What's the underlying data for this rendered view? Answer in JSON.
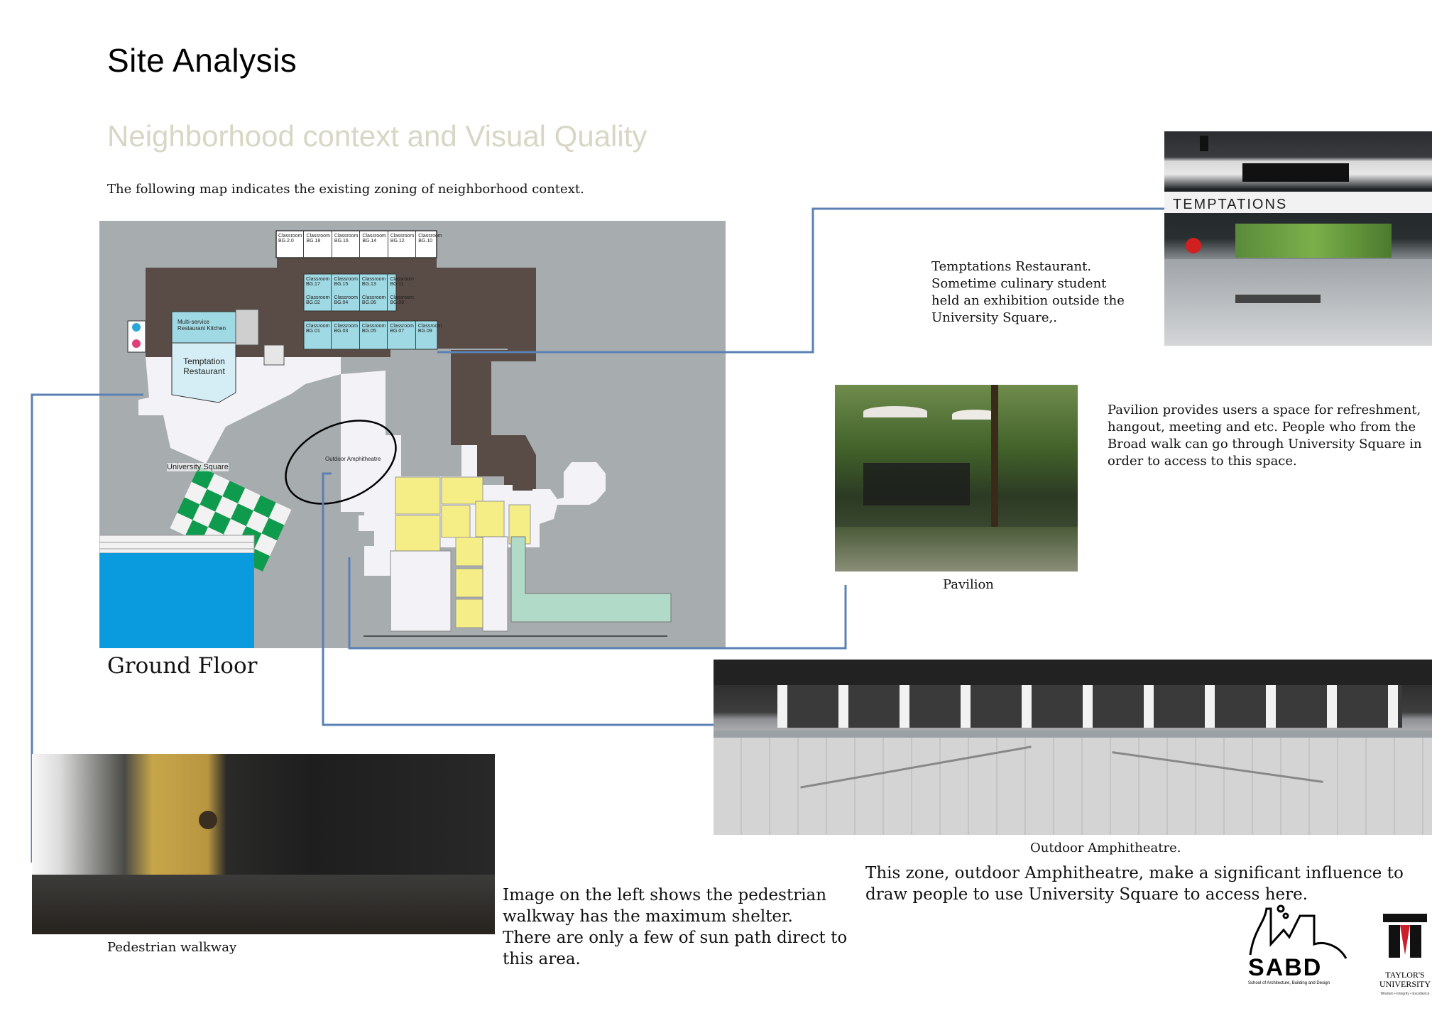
{
  "header": {
    "title": "Site Analysis",
    "subtitle": "Neighborhood context and Visual Quality",
    "intro": "The following map indicates the existing zoning of neighborhood context."
  },
  "plan": {
    "floor_label": "Ground Floor",
    "labels": {
      "kitchen_1": "Multi-service",
      "kitchen_2": "Restaurant Kitchen",
      "restaurant_1": "Temptation",
      "restaurant_2": "Restaurant",
      "square": "University Square",
      "amphitheatre": "Outdoor Amphitheatre",
      "classroom": "Classroom"
    },
    "top_row": [
      "BG.2.0",
      "BG.18",
      "BG.16",
      "BG.14",
      "BG.12",
      "BG.10"
    ],
    "mid_row_1": [
      "BG.17",
      "BG.15",
      "BG.13",
      "BG.11"
    ],
    "mid_row_2": [
      "BG.02",
      "BG.04",
      "BG.06",
      "BG.08"
    ],
    "bottom_row": [
      "BG.01",
      "BG.03",
      "BG.05",
      "BG.07",
      "BG.09"
    ]
  },
  "temptations": {
    "sign": "TEMPTATIONS",
    "text": [
      "Temptations Restaurant.",
      "Sometime culinary student",
      "held an exhibition outside the",
      "University Square,."
    ]
  },
  "pavilion": {
    "caption": "Pavilion",
    "text": [
      "Pavilion provides users a space for refreshment,",
      "hangout, meeting and etc.  People who from the",
      "Broad walk can go through University Square in",
      "order to access to this space."
    ]
  },
  "amphitheatre": {
    "caption": "Outdoor Amphitheatre.",
    "text": [
      "This zone, outdoor Amphitheatre, make a significant influence to",
      "draw people to use University Square to access here."
    ]
  },
  "walkway": {
    "caption": "Pedestrian walkway",
    "text": [
      "Image on the left shows the pedestrian",
      "walkway has the maximum shelter.",
      "There are only a few of sun path direct to",
      "this area."
    ]
  },
  "logos": {
    "sabd": "SABD",
    "sabd_sub": "School of Architecture, Building and Design",
    "taylors_1": "TAYLOR'S",
    "taylors_2": "UNIVERSITY",
    "taylors_tagline": "Wisdom • Integrity • Excellence"
  },
  "colors": {
    "connector": "#5b80b4",
    "plan_bg": "#a7acaf",
    "building": "#594b45",
    "classroom": "#9fd9e3",
    "zone_yellow": "#f5ee86",
    "zone_green": "#b2dac8",
    "checker": "#0f9b4d",
    "pool": "#0a9bdf"
  }
}
